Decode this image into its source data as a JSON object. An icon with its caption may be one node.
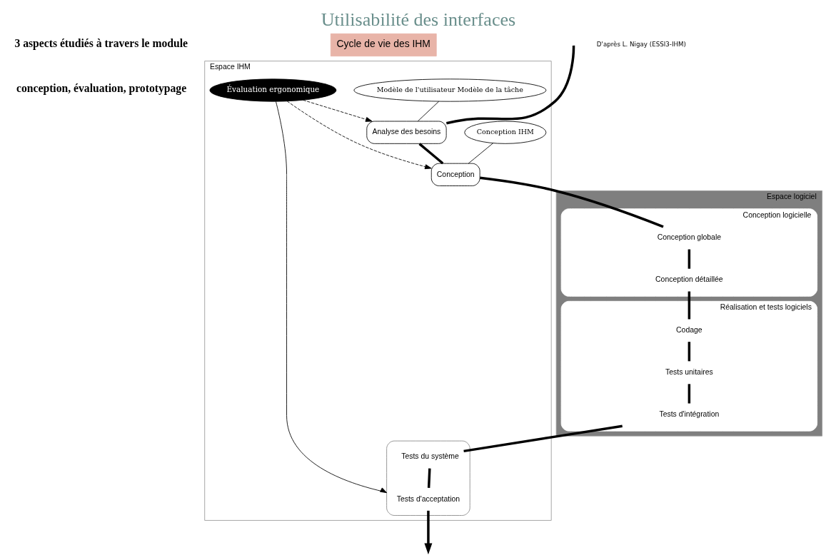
{
  "diagram": {
    "title": "Utilisabilité des interfaces",
    "nodes": [
      {
        "text": [
          "Cycle de vie des IHM"
        ]
      },
      {
        "text": [
          "Espace IHM"
        ]
      },
      {
        "text": [
          "Modèle de l'utilisateur Modèle de la tâche"
        ],
        "in": 1
      },
      {
        "text": [
          "Analyse des besoins"
        ],
        "in": 1
      },
      {
        "text": [
          "Conception IHM"
        ],
        "in": 1
      },
      {
        "text": [
          "Conception"
        ],
        "in": 1
      },
      {
        "text": [
          "Évaluation ergonomique"
        ],
        "in": 1
      },
      {
        "text": [],
        "shape": "box",
        "in": 1
      },
      {
        "text": [
          "Tests d'acceptation"
        ],
        "in": 7
      },
      {
        "text": [
          "Tests du système"
        ],
        "in": 7
      },
      {
        "text": [
          "Espace logiciel"
        ]
      },
      {
        "text": [
          "Conception logicielle"
        ],
        "in": 10
      },
      {
        "text": [
          "Conception globale"
        ],
        "in": 11
      },
      {
        "text": [
          "Conception détaillée"
        ],
        "in": 11
      },
      {
        "text": [
          "Réalisation et tests logiciels"
        ],
        "in": 10
      },
      {
        "text": [
          "Tests d'intégration"
        ],
        "in": 14
      },
      {
        "text": [
          "Tests unitaires"
        ],
        "in": 14
      },
      {
        "text": [
          "Codage"
        ],
        "in": 14
      }
    ],
    "edges": [
      {
        "from": null,
        "to": 3,
        "arrow": "none"
      },
      {
        "from": 3,
        "to": 5,
        "arrow": "none"
      },
      {
        "from": 5,
        "to": 12,
        "arrow": "none"
      },
      {
        "from": 12,
        "to": 13,
        "arrow": "none"
      },
      {
        "from": 13,
        "to": 17,
        "arrow": "none"
      },
      {
        "from": 17,
        "to": 16,
        "arrow": "none"
      },
      {
        "from": 16,
        "to": 15,
        "arrow": "none"
      },
      {
        "from": 15,
        "to": 9,
        "arrow": "none"
      },
      {
        "from": 9,
        "to": 8,
        "arrow": "none"
      },
      {
        "from": 8,
        "to": null,
        "arrow": "to"
      },
      {
        "from": 2,
        "to": 3,
        "arrow": "none"
      },
      {
        "from": 4,
        "to": 5,
        "arrow": "none"
      },
      {
        "from": 6,
        "to": 3,
        "arrow": "to",
        "style": "dashed"
      },
      {
        "from": 6,
        "to": 5,
        "arrow": "to",
        "style": "dashed"
      },
      {
        "from": 6,
        "to": 7,
        "arrow": "to"
      }
    ],
    "labels": [
      "3 aspects étudiés à travers le module",
      "conception, évaluation, prototypage",
      "D'après L. Nigay (ESSI3-IHM)"
    ]
  }
}
